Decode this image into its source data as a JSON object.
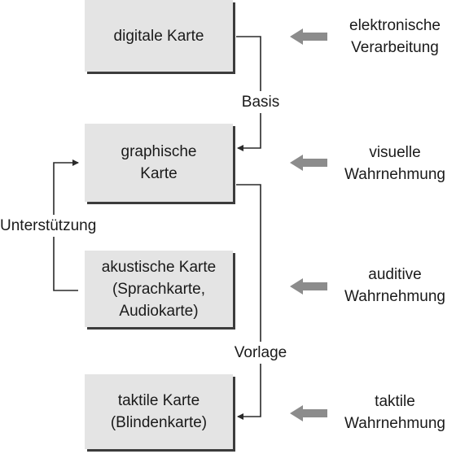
{
  "boxes": {
    "digital": "digitale Karte",
    "graphic": "graphische\nKarte",
    "acoustic": "akustische Karte\n(Sprachkarte,\nAudiokarte)",
    "tactile": "taktile Karte\n(Blindenkarte)"
  },
  "perception": {
    "electronic": "elektronische\nVerarbeitung",
    "visual": "visuelle\nWahrnehmung",
    "auditive": "auditive\nWahrnehmung",
    "tactile": "taktile\nWahrnehmung"
  },
  "relations": {
    "basis": "Basis",
    "support": "Unterstützung",
    "template": "Vorlage"
  },
  "colors": {
    "box_fill": "#e4e4e4",
    "box_shadow": "#3c3c3c",
    "line": "#2a2a2a",
    "gray_arrow": "#8c8c8c"
  }
}
